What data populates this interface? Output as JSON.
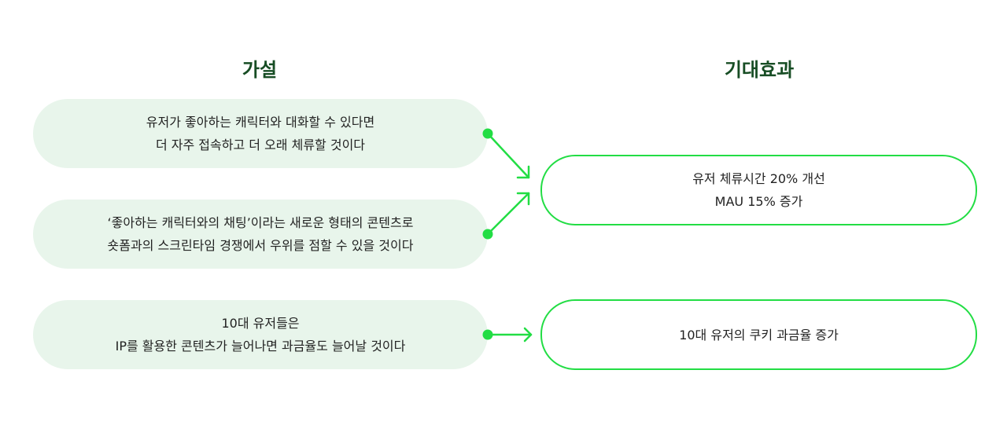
{
  "headings": {
    "hypothesis": "가설",
    "effect": "기대효과"
  },
  "hypotheses": [
    {
      "line1": "유저가 좋아하는 캐릭터와 대화할 수 있다면",
      "line2": "더 자주 접속하고 더 오래 체류할 것이다"
    },
    {
      "line1": "‘좋아하는 캐릭터와의 채팅’이라는 새로운 형태의 콘텐츠로",
      "line2": "숏폼과의 스크린타임 경쟁에서 우위를 점할 수 있을 것이다"
    },
    {
      "line1": "10대 유저들은",
      "line2": "IP를 활용한 콘텐츠가 늘어나면 과금율도 늘어날 것이다"
    }
  ],
  "effects": [
    {
      "line1": "유저 체류시간 20% 개선",
      "line2": "MAU 15% 증가"
    },
    {
      "line1": "10대 유저의 쿠키 과금율 증가"
    }
  ],
  "colors": {
    "heading": "#174d24",
    "hypothesis_fill": "#e8f5eb",
    "accent": "#22dd44",
    "text": "#222222"
  }
}
